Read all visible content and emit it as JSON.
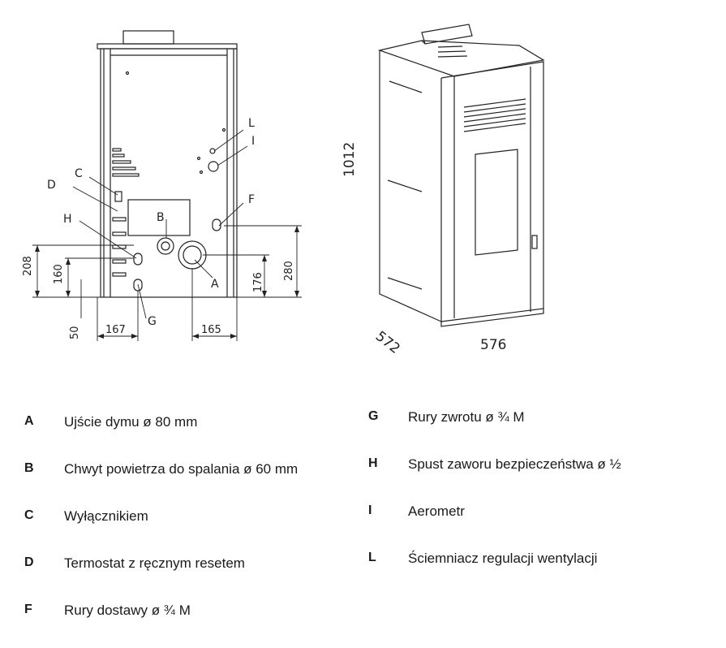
{
  "diagram": {
    "letters": [
      "A",
      "B",
      "C",
      "D",
      "F",
      "G",
      "H",
      "I",
      "L"
    ],
    "dimensions_front": [
      "208",
      "160",
      "50",
      "167",
      "165",
      "176",
      "280"
    ],
    "dimensions_stove": {
      "height": "1012",
      "depth": "572",
      "width": "576"
    }
  },
  "legend": {
    "left": [
      {
        "key": "A",
        "text": "Ujście dymu ø 80 mm"
      },
      {
        "key": "B",
        "text": "Chwyt powietrza do spalania ø 60 mm"
      },
      {
        "key": "C",
        "text": "Wyłącznikiem"
      },
      {
        "key": "D",
        "text": "Termostat z ręcznym resetem"
      },
      {
        "key": "F",
        "text": "Rury dostawy ø ¾ M"
      }
    ],
    "right": [
      {
        "key": "G",
        "text": "Rury zwrotu ø ¾ M"
      },
      {
        "key": "H",
        "text": "Spust zaworu bezpieczeństwa ø ½"
      },
      {
        "key": "I",
        "text": "Aerometr"
      },
      {
        "key": "L",
        "text": "Ściemniacz regulacji wentylacji"
      }
    ]
  }
}
